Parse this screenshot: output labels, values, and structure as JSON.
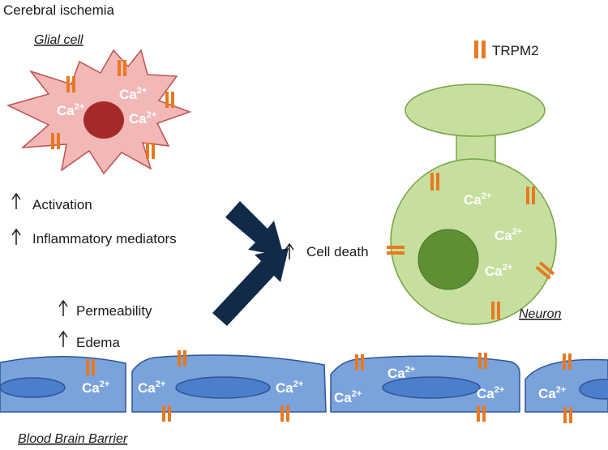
{
  "title": "Cerebral ischemia",
  "legend": {
    "label": "TRPM2",
    "channel_color": "#e8791f"
  },
  "glial": {
    "label": "Glial cell",
    "effects": [
      "Activation",
      "Inflammatory mediators"
    ]
  },
  "bbb": {
    "label": "Blood Brain Barrier",
    "effects": [
      "Permeability",
      "Edema"
    ]
  },
  "center": {
    "label": "Cell death"
  },
  "neuron": {
    "label": "Neuron"
  },
  "ion": {
    "base": "Ca",
    "charge": "2+"
  },
  "colors": {
    "glial_fill": "#f2b8b8",
    "glial_stroke": "#c0504d",
    "glial_nucleus": "#a52a2a",
    "neuron_fill": "#c6df9f",
    "neuron_stroke": "#76a542",
    "neuron_nucleus": "#5e8f32",
    "endo_fill": "#7aa3dc",
    "endo_stroke": "#2f5597",
    "endo_nucleus": "#4b7fcb",
    "arrow": "#112a4a",
    "channel": "#e8791f"
  }
}
